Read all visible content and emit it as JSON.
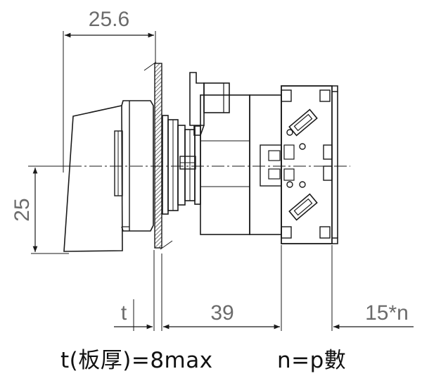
{
  "dimensions": {
    "overall_length": "25.6",
    "height": "25",
    "panel_thickness": "t",
    "body_length": "39",
    "block_length": "15*n"
  },
  "notes": {
    "thickness_note": "t(板厚)=8max",
    "count_note": "n=p數"
  },
  "colors": {
    "line": "#1a1a1a",
    "dimension_text": "#6b6b6b",
    "hatch": "#333333"
  }
}
